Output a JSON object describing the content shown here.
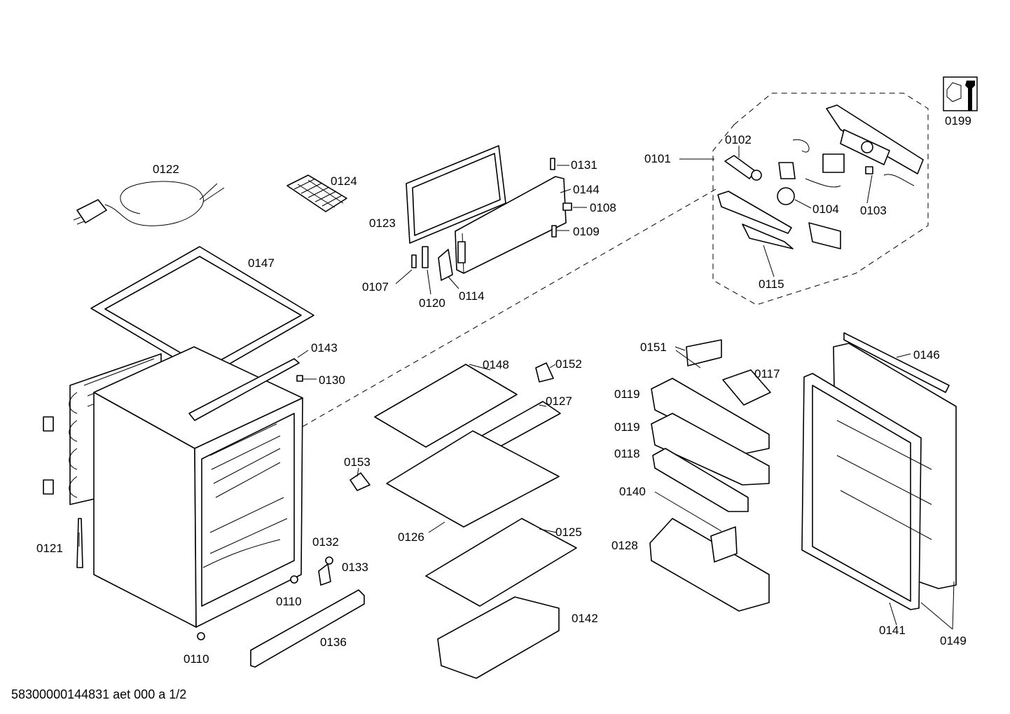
{
  "footer": {
    "document_code": "58300000144831 aet 000 a 1/2"
  },
  "icon": {
    "name": "wrench-nut-icon",
    "label": "0199"
  },
  "parts": [
    {
      "id": "p0101",
      "number": "0101"
    },
    {
      "id": "p0102",
      "number": "0102"
    },
    {
      "id": "p0103",
      "number": "0103"
    },
    {
      "id": "p0104",
      "number": "0104"
    },
    {
      "id": "p0107",
      "number": "0107"
    },
    {
      "id": "p0108",
      "number": "0108"
    },
    {
      "id": "p0109",
      "number": "0109"
    },
    {
      "id": "p0110a",
      "number": "0110"
    },
    {
      "id": "p0110b",
      "number": "0110"
    },
    {
      "id": "p0114",
      "number": "0114"
    },
    {
      "id": "p0115",
      "number": "0115"
    },
    {
      "id": "p0117",
      "number": "0117"
    },
    {
      "id": "p0118",
      "number": "0118"
    },
    {
      "id": "p0119a",
      "number": "0119"
    },
    {
      "id": "p0119b",
      "number": "0119"
    },
    {
      "id": "p0120",
      "number": "0120"
    },
    {
      "id": "p0121",
      "number": "0121"
    },
    {
      "id": "p0122",
      "number": "0122"
    },
    {
      "id": "p0123",
      "number": "0123"
    },
    {
      "id": "p0124",
      "number": "0124"
    },
    {
      "id": "p0125",
      "number": "0125"
    },
    {
      "id": "p0126",
      "number": "0126"
    },
    {
      "id": "p0127",
      "number": "0127"
    },
    {
      "id": "p0128",
      "number": "0128"
    },
    {
      "id": "p0130",
      "number": "0130"
    },
    {
      "id": "p0131",
      "number": "0131"
    },
    {
      "id": "p0132",
      "number": "0132"
    },
    {
      "id": "p0133",
      "number": "0133"
    },
    {
      "id": "p0136",
      "number": "0136"
    },
    {
      "id": "p0140",
      "number": "0140"
    },
    {
      "id": "p0141",
      "number": "0141"
    },
    {
      "id": "p0142",
      "number": "0142"
    },
    {
      "id": "p0143",
      "number": "0143"
    },
    {
      "id": "p0144",
      "number": "0144"
    },
    {
      "id": "p0146",
      "number": "0146"
    },
    {
      "id": "p0147",
      "number": "0147"
    },
    {
      "id": "p0148",
      "number": "0148"
    },
    {
      "id": "p0149",
      "number": "0149"
    },
    {
      "id": "p0151",
      "number": "0151"
    },
    {
      "id": "p0152",
      "number": "0152"
    },
    {
      "id": "p0153",
      "number": "0153"
    }
  ]
}
